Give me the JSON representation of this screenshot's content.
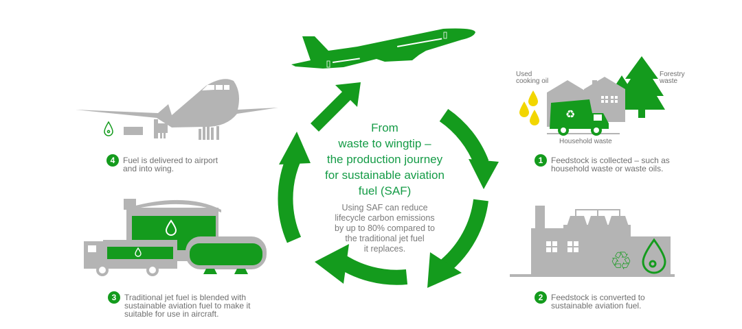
{
  "colors": {
    "green": "#149b1d",
    "title_green": "#149b46",
    "grey": "#b4b4b4",
    "text_grey": "#6f6f6f",
    "yellow": "#f2d600"
  },
  "center": {
    "title": "From\nwaste to wingtip –\nthe production journey\nfor sustainable aviation\nfuel (SAF)",
    "body": "Using SAF can reduce\nlifecycle carbon emissions\nby up to 80% compared to\nthe traditional jet fuel\nit replaces."
  },
  "steps": [
    {
      "number": "1",
      "text": "Feedstock is collected – such as\nhousehold waste or waste oils."
    },
    {
      "number": "2",
      "text": "Feedstock is converted to\nsustainable aviation fuel."
    },
    {
      "number": "3",
      "text": "Traditional jet fuel is blended with\nsustainable aviation fuel to make it\nsuitable for use in aircraft."
    },
    {
      "number": "4",
      "text": "Fuel is delivered to airport\nand into wing."
    }
  ],
  "feedstock_labels": {
    "oil": "Used\ncooking oil",
    "forestry": "Forestry\nwaste",
    "household": "Household waste"
  },
  "icons": {
    "green_plane": "airplane-takeoff-icon",
    "grey_plane": "airplane-parked-icon",
    "recycle": "recycle-icon",
    "fuel_drop": "fuel-drop-icon",
    "truck": "garbage-truck-icon",
    "factory": "factory-icon",
    "tanks": "fuel-tanks-icon",
    "cycle_arrows": "cycle-arrows-icon"
  }
}
